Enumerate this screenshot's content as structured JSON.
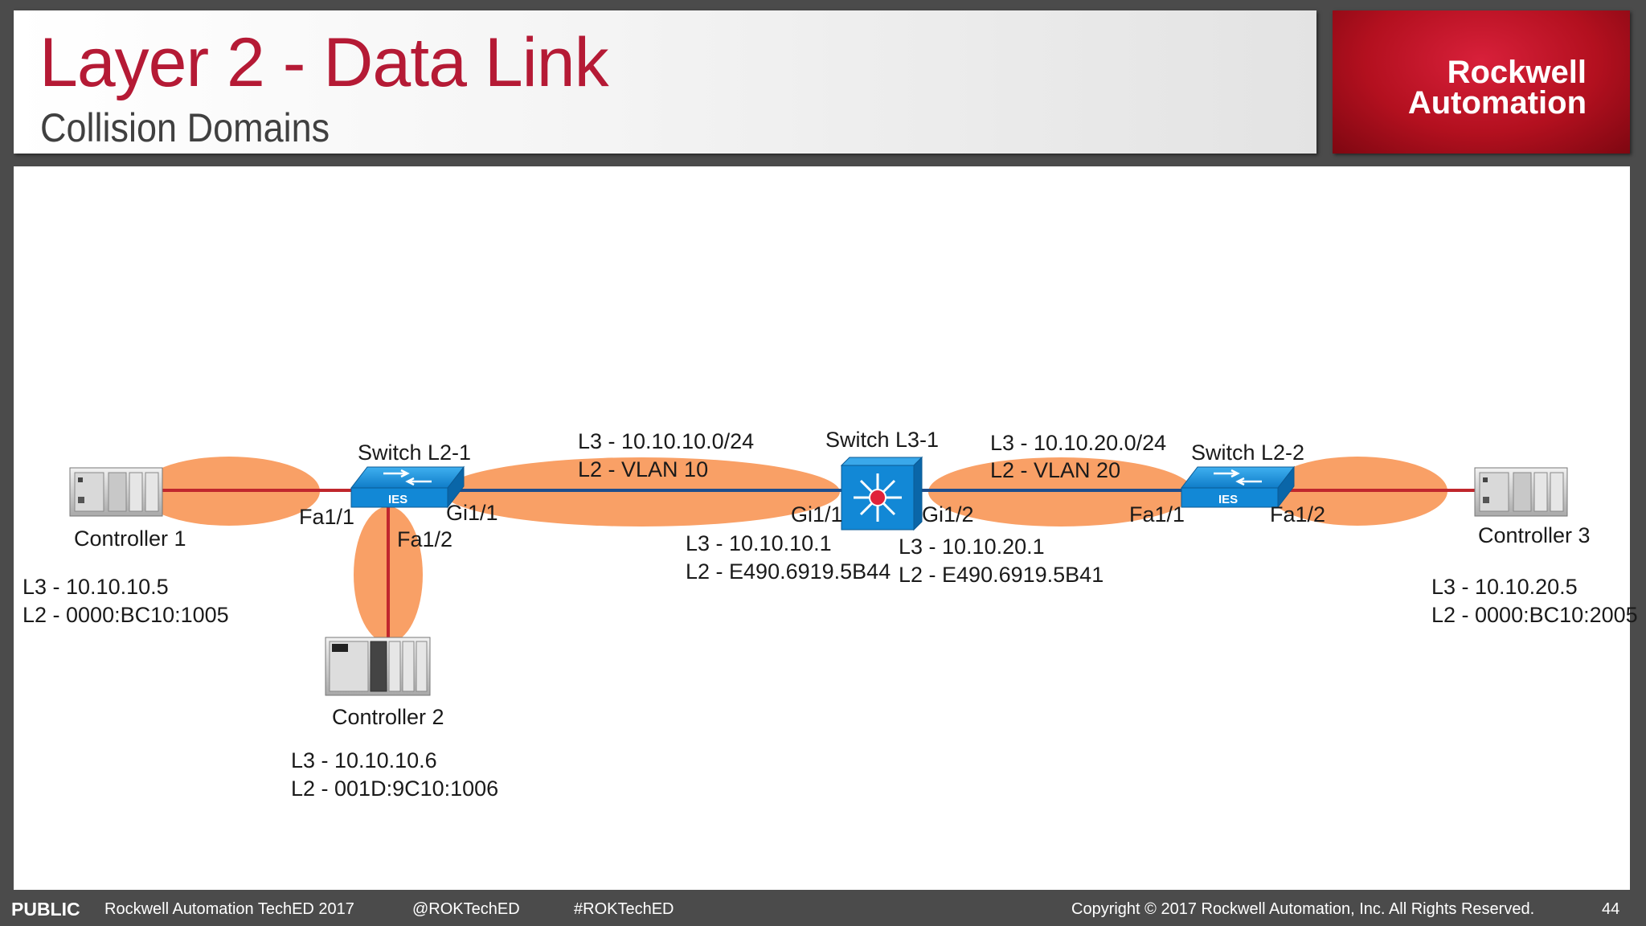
{
  "header": {
    "title": "Layer 2 - Data Link",
    "subtitle": "Collision Domains",
    "logo_line1": "Rockwell",
    "logo_line2": "Automation"
  },
  "diagram": {
    "devices": {
      "controller1": {
        "label": "Controller 1",
        "l3": "L3 - 10.10.10.5",
        "l2": "L2 - 0000:BC10:1005"
      },
      "controller2": {
        "label": "Controller 2",
        "l3": "L3 - 10.10.10.6",
        "l2": "L2 - 001D:9C10:1006"
      },
      "controller3": {
        "label": "Controller 3",
        "l3": "L3 - 10.10.20.5",
        "l2": "L2 - 0000:BC10:2005"
      },
      "switch_l2_1": {
        "label": "Switch L2-1",
        "badge": "IES"
      },
      "switch_l2_2": {
        "label": "Switch L2-2",
        "badge": "IES"
      },
      "switch_l3_1": {
        "label": "Switch L3-1",
        "gi11_l3": "L3 - 10.10.10.1",
        "gi11_l2": "L2 - E490.6919.5B44",
        "gi12_l3": "L3 - 10.10.20.1",
        "gi12_l2": "L2 - E490.6919.5B41"
      }
    },
    "ports": {
      "sw1_fa11": "Fa1/1",
      "sw1_fa12": "Fa1/2",
      "sw1_gi11": "Gi1/1",
      "sw3_gi11": "Gi1/1",
      "sw3_gi12": "Gi1/2",
      "sw2_fa11": "Fa1/1",
      "sw2_fa12": "Fa1/2"
    },
    "segments": {
      "vlan10_l3": "L3 - 10.10.10.0/24",
      "vlan10_l2": "L2 - VLAN 10",
      "vlan20_l3": "L3 - 10.10.20.0/24",
      "vlan20_l2": "L2 - VLAN 20"
    },
    "colors": {
      "collision_domain": "#f9a066",
      "access_link": "#c0272d",
      "trunk_link": "#1f4e8c",
      "switch_blue": "#1288d6"
    }
  },
  "footer": {
    "classification": "PUBLIC",
    "event": "Rockwell Automation TechED 2017",
    "handle": "@ROKTechED",
    "hashtag": "#ROKTechED",
    "copyright": "Copyright © 2017 Rockwell Automation, Inc. All Rights Reserved.",
    "page_number": "44"
  }
}
